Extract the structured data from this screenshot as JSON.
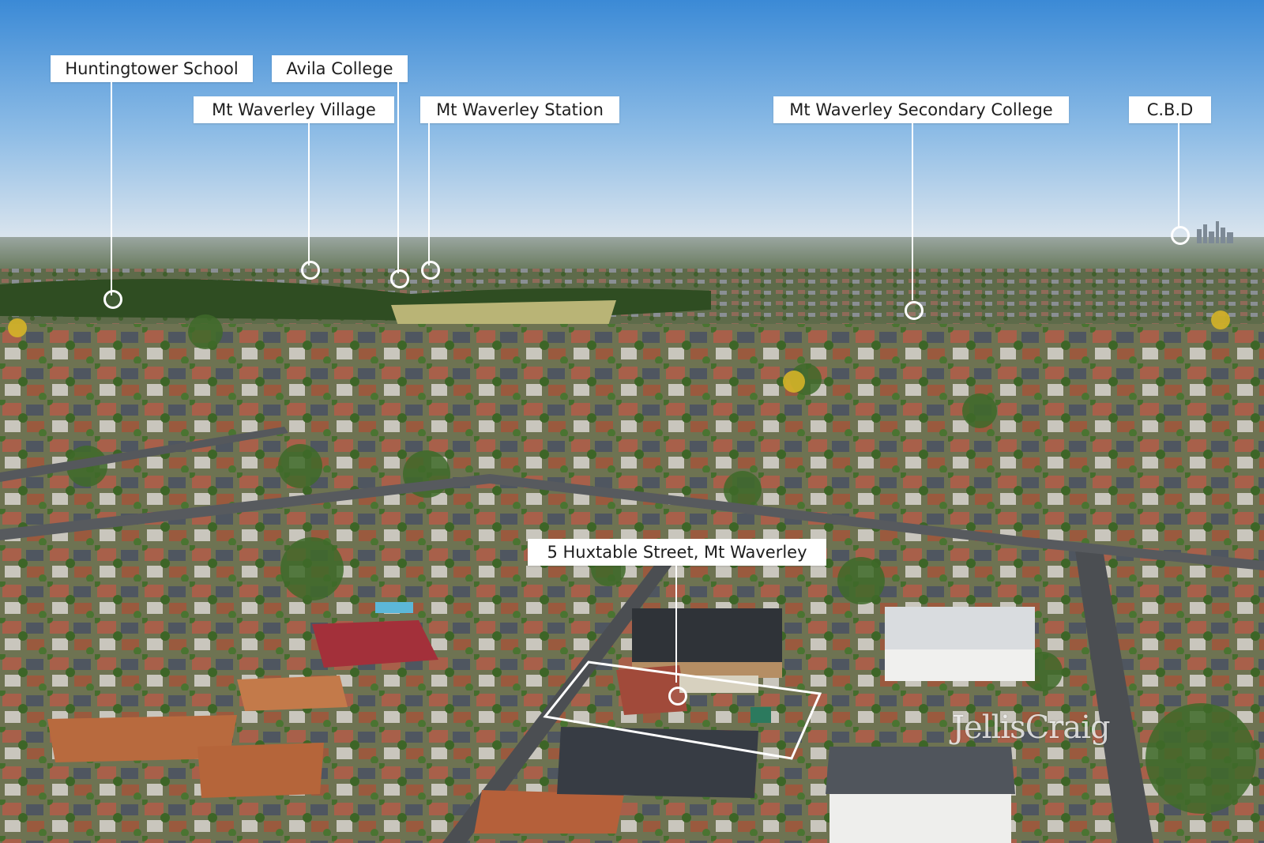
{
  "landmarks": [
    {
      "id": "huntingtower",
      "label": "Huntingtower School"
    },
    {
      "id": "avila",
      "label": "Avila College"
    },
    {
      "id": "village",
      "label": "Mt Waverley Village"
    },
    {
      "id": "station",
      "label": "Mt Waverley Station"
    },
    {
      "id": "secondary",
      "label": "Mt Waverley Secondary College"
    },
    {
      "id": "cbd",
      "label": "C.B.D"
    }
  ],
  "property": {
    "label": "5 Huxtable Street, Mt Waverley",
    "boundary_color": "#ffffff"
  },
  "watermark": {
    "text": "JellisCraig"
  },
  "colors": {
    "sky_top": "#3f8fd8",
    "sky_horizon": "#d9e4ec",
    "canopy": "#3f6a2a",
    "roof_terracotta": "#b0603a",
    "oval": "#b9b476",
    "callout": "#ffffff"
  }
}
